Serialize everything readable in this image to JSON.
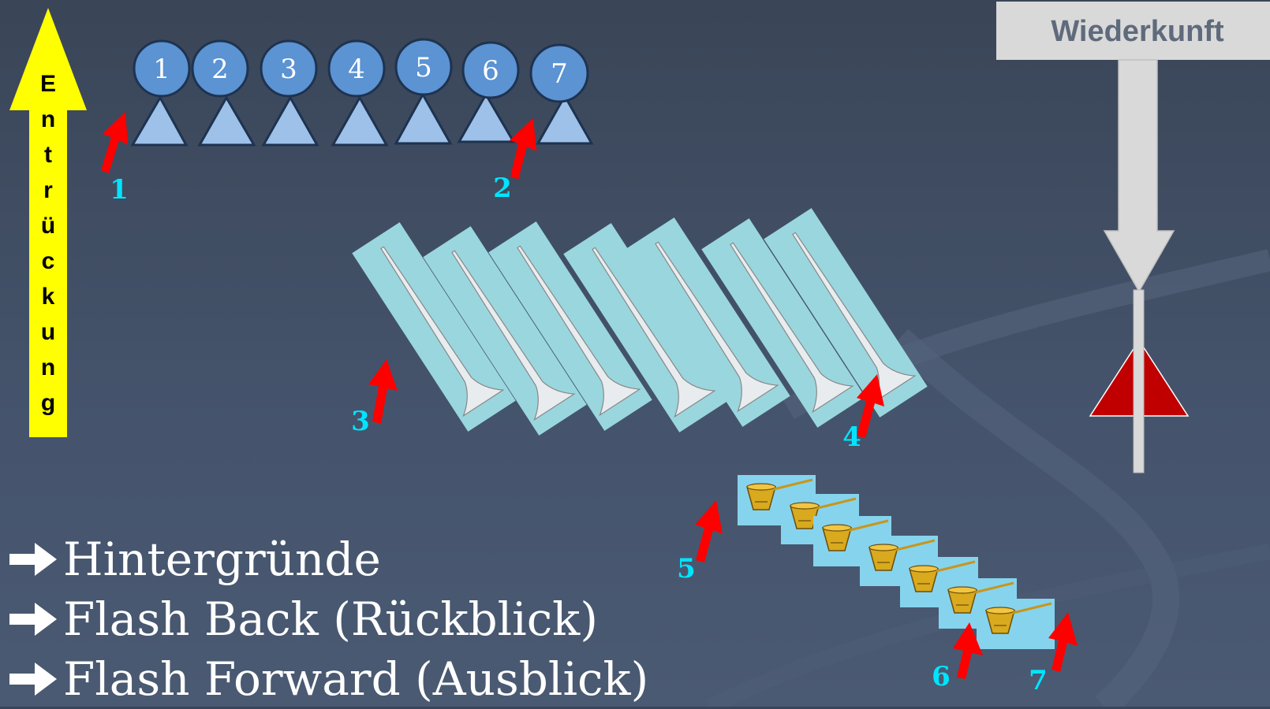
{
  "colors": {
    "background": "#3f4c62",
    "yellow_arrow": "#ffff00",
    "circle_fill": "#5b93d3",
    "triangle_fill": "#9dc1e8",
    "red_arrow": "#ff0000",
    "number_label": "#00e5ff",
    "tile": "#9ad6de",
    "bowl_tile": "#86d3ee",
    "grey_arrow": "#d9d9d9",
    "red_triangle": "#c00000"
  },
  "entrueckung": {
    "letters": [
      "E",
      "n",
      "t",
      "r",
      "ü",
      "c",
      "k",
      "u",
      "n",
      "g"
    ]
  },
  "wiederkunft": {
    "label": "Wiederkunft"
  },
  "figures": {
    "numbers": [
      "1",
      "2",
      "3",
      "4",
      "5",
      "6",
      "7"
    ]
  },
  "markers": [
    {
      "label": "1"
    },
    {
      "label": "2"
    },
    {
      "label": "3"
    },
    {
      "label": "4"
    },
    {
      "label": "5"
    },
    {
      "label": "6"
    },
    {
      "label": "7"
    }
  ],
  "trumpets": {
    "count": 7,
    "icon": "trumpet-icon"
  },
  "bowls": {
    "count": 7,
    "icon": "bowl-icon"
  },
  "bullets": [
    {
      "text": "Hintergründe",
      "icon": "right-arrow-icon"
    },
    {
      "text": "Flash Back (Rückblick)",
      "icon": "right-arrow-icon"
    },
    {
      "text": "Flash Forward (Ausblick)",
      "icon": "right-arrow-icon"
    }
  ]
}
